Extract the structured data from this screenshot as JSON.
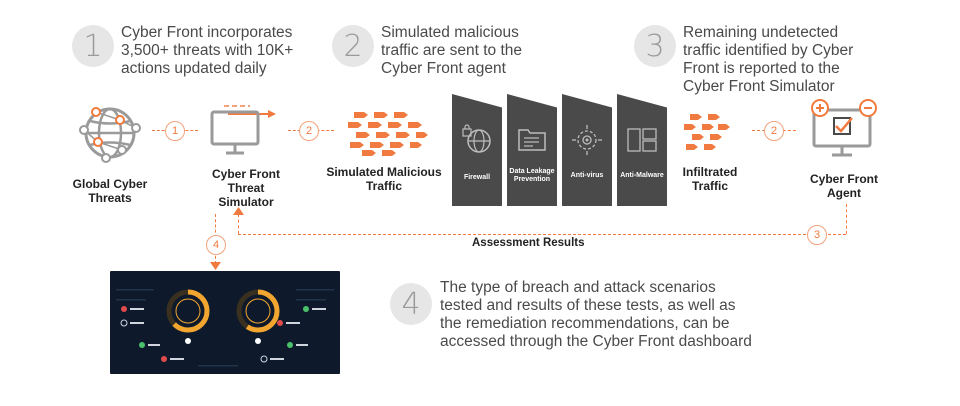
{
  "steps": [
    {
      "num": "1",
      "text_lines": [
        "Cyber Front incorporates",
        "3,500+ threats with 10K+",
        "actions updated daily"
      ]
    },
    {
      "num": "2",
      "text_lines": [
        "Simulated malicious",
        "traffic are sent to the",
        "Cyber Front agent"
      ]
    },
    {
      "num": "3",
      "text_lines": [
        "Remaining undetected",
        "traffic identified by Cyber",
        "Front is reported to the",
        "Cyber Front Simulator"
      ]
    },
    {
      "num": "4",
      "text_lines": [
        "The type of breach and attack scenarios",
        "tested and results of these tests, as well as",
        "the remediation recommendations, can be",
        "accessed through the Cyber Front dashboard"
      ]
    }
  ],
  "nodes": {
    "global_threats": [
      "Global Cyber",
      "Threats"
    ],
    "simulator": [
      "Cyber Front",
      "Threat",
      "Simulator"
    ],
    "malicious_traffic": [
      "Simulated Malicious",
      "Traffic"
    ],
    "infiltrated": [
      "Infiltrated",
      "Traffic"
    ],
    "agent": [
      "Cyber Front",
      "Agent"
    ]
  },
  "panels": [
    "Firewall",
    "Data Leakage Prevention",
    "Anti-virus",
    "Anti-Malware"
  ],
  "arrow_badges": [
    "1",
    "2",
    "2",
    "3",
    "4"
  ],
  "assessment_label": "Assessment Results",
  "colors": {
    "accent": "#f07a3f",
    "panel": "#4a4a4a",
    "icon_gray": "#9a9a9a",
    "dashboard_bg": "#0e1a2b"
  }
}
